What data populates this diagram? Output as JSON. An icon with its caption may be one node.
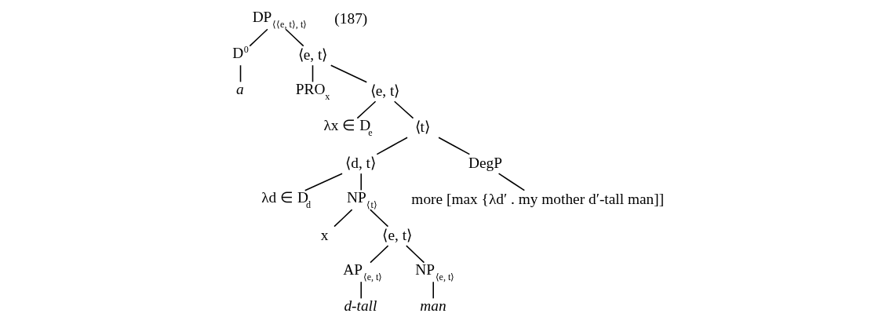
{
  "diagram": {
    "nodes": [
      {
        "text": [
          "DP$_{⟨⟨e, t⟩, t⟩}$"
        ]
      },
      {
        "text": [
          "D$^{0}$"
        ]
      },
      {
        "text": [
          "a"
        ]
      },
      {
        "text": [
          "⟨e, t⟩"
        ]
      },
      {
        "text": [
          "PRO$_{x}$"
        ]
      },
      {
        "text": [
          "⟨e, t⟩"
        ]
      },
      {
        "text": [
          "λx ∈ D$_{e}$"
        ]
      },
      {
        "text": [
          "⟨t⟩"
        ]
      },
      {
        "text": [
          "⟨d, t⟩"
        ]
      },
      {
        "text": [
          "DegP"
        ]
      },
      {
        "text": [
          "more [max {λd′ . my mother d′-tall man]]"
        ]
      },
      {
        "text": [
          "λd ∈ D$_{d}$"
        ]
      },
      {
        "text": [
          "NP$_{⟨t⟩}$"
        ]
      },
      {
        "text": [
          "x"
        ]
      },
      {
        "text": [
          "⟨e, t⟩"
        ]
      },
      {
        "text": [
          "AP$_{⟨e, t⟩}$"
        ]
      },
      {
        "text": [
          "NP$_{⟨e, t⟩}$"
        ]
      },
      {
        "text": [
          "d-tall"
        ]
      },
      {
        "text": [
          "man"
        ]
      }
    ],
    "edges": [
      {
        "from": 0,
        "to": 1,
        "arrow": "none"
      },
      {
        "from": 0,
        "to": 3,
        "arrow": "none"
      },
      {
        "from": 1,
        "to": 2,
        "arrow": "none"
      },
      {
        "from": 3,
        "to": 4,
        "arrow": "none"
      },
      {
        "from": 3,
        "to": 5,
        "arrow": "none"
      },
      {
        "from": 5,
        "to": 6,
        "arrow": "none"
      },
      {
        "from": 5,
        "to": 7,
        "arrow": "none"
      },
      {
        "from": 7,
        "to": 8,
        "arrow": "none"
      },
      {
        "from": 7,
        "to": 9,
        "arrow": "none"
      },
      {
        "from": 9,
        "to": 10,
        "arrow": "none"
      },
      {
        "from": 8,
        "to": 11,
        "arrow": "none"
      },
      {
        "from": 8,
        "to": 12,
        "arrow": "none"
      },
      {
        "from": 12,
        "to": 13,
        "arrow": "none"
      },
      {
        "from": 12,
        "to": 14,
        "arrow": "none"
      },
      {
        "from": 14,
        "to": 15,
        "arrow": "none"
      },
      {
        "from": 14,
        "to": 16,
        "arrow": "none"
      },
      {
        "from": 15,
        "to": 17,
        "arrow": "none"
      },
      {
        "from": 16,
        "to": 18,
        "arrow": "none"
      }
    ],
    "labels": [
      "(187)"
    ]
  }
}
